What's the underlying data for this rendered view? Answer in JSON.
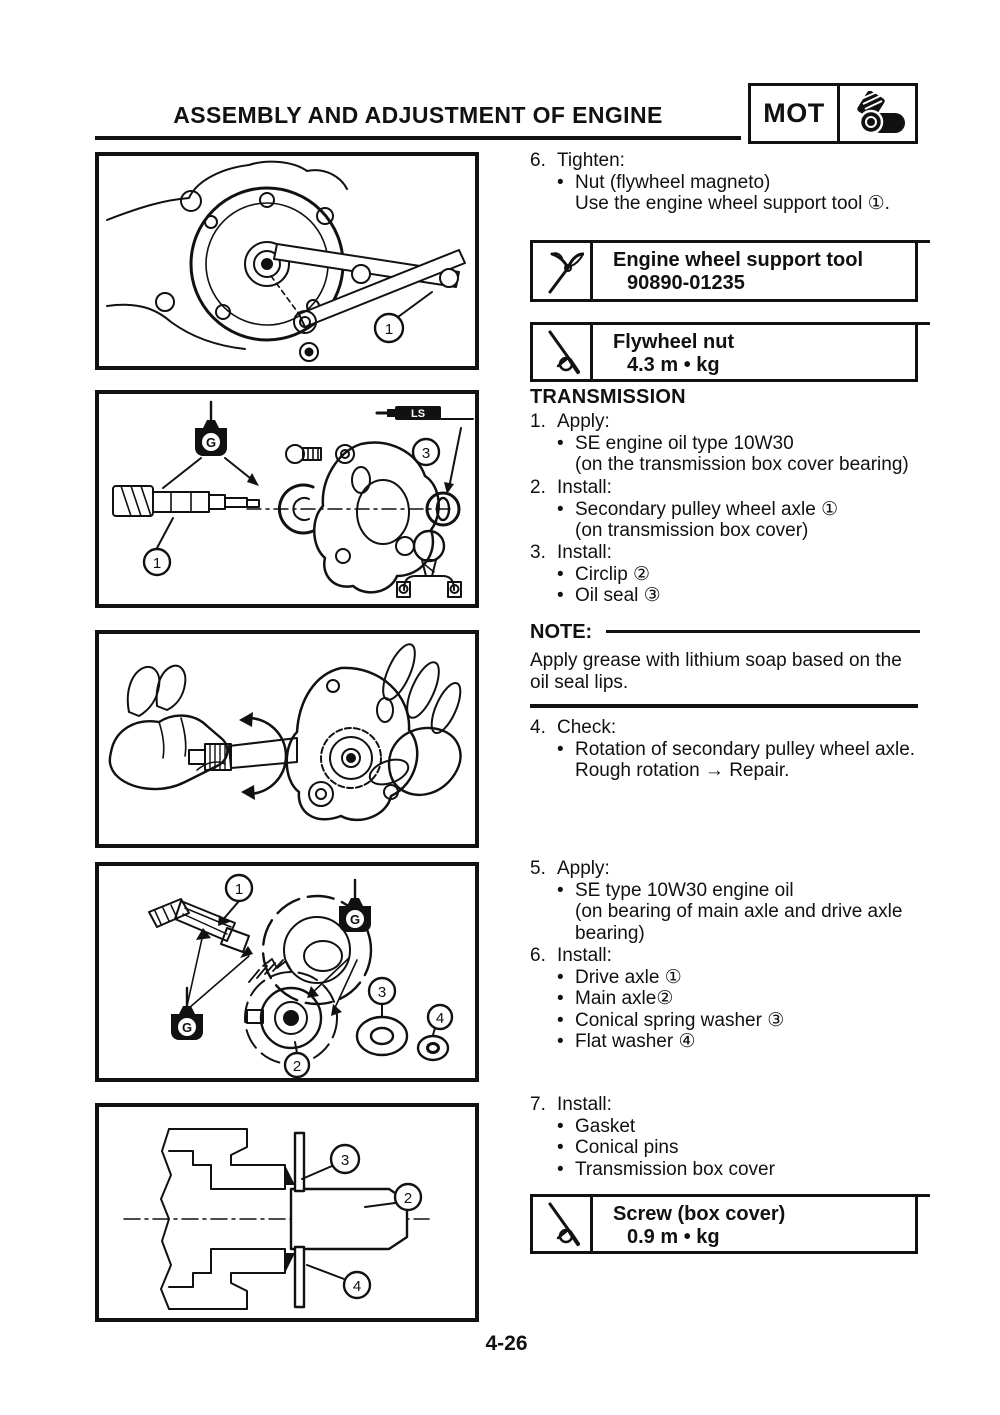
{
  "header": {
    "title": "ASSEMBLY AND ADJUSTMENT OF ENGINE",
    "tag": "MOT"
  },
  "glyphs": {
    "bullet": "•"
  },
  "section_heading": "TRANSMISSION",
  "steps": {
    "tighten6": {
      "num": "6.",
      "action": "Tighten:",
      "b1": "Nut (flywheel magneto)",
      "c1": "Use the engine wheel support tool ①."
    },
    "apply1": {
      "num": "1.",
      "action": "Apply:",
      "b1": "SE engine oil type 10W30",
      "c1": "(on the transmission box cover bearing)"
    },
    "install2": {
      "num": "2.",
      "action": "Install:",
      "b1": "Secondary pulley wheel axle ①",
      "c1": "(on transmission box cover)"
    },
    "install3": {
      "num": "3.",
      "action": "Install:",
      "b1": "Circlip ②",
      "b2": "Oil seal ③"
    },
    "check4": {
      "num": "4.",
      "action": "Check:",
      "b1": "Rotation of secondary pulley wheel axle.",
      "c1": "Rough rotation → Repair."
    },
    "apply5": {
      "num": "5.",
      "action": "Apply:",
      "b1": "SE type 10W30 engine oil",
      "c1": "(on bearing of main axle and drive axle bearing)"
    },
    "install6": {
      "num": "6.",
      "action": "Install:",
      "b1": "Drive axle ①",
      "b2": "Main axle②",
      "b3": "Conical spring washer ③",
      "b4": "Flat washer ④"
    },
    "install7": {
      "num": "7.",
      "action": "Install:",
      "b1": "Gasket",
      "b2": "Conical pins",
      "b3": "Transmission box cover"
    }
  },
  "note": {
    "label": "NOTE:",
    "text": "Apply grease with lithium soap based on the oil seal lips."
  },
  "spec_boxes": [
    {
      "title": "Engine wheel support tool",
      "value": "90890-01235",
      "icon": "support-tool"
    },
    {
      "title": "Flywheel nut",
      "value": "4.3 m • kg",
      "icon": "torque-wrench"
    },
    {
      "title": "Screw (box cover)",
      "value": "0.9 m • kg",
      "icon": "torque-wrench"
    }
  ],
  "figures": [
    {
      "name": "flywheel-magneto-with-support-tool",
      "callouts": [
        "1"
      ]
    },
    {
      "name": "transmission-box-cover-exploded",
      "callouts": [
        "1",
        "3"
      ],
      "labels": {
        "g": "G",
        "ls": "LS"
      }
    },
    {
      "name": "secondary-pulley-axle-rotation-check",
      "callouts": []
    },
    {
      "name": "drive-and-main-axle-exploded",
      "callouts": [
        "1",
        "2",
        "3",
        "4"
      ],
      "labels": {
        "g1": "G",
        "g2": "G"
      }
    },
    {
      "name": "main-axle-washer-cross-section",
      "callouts": [
        "3",
        "2",
        "4"
      ]
    }
  ],
  "footer": {
    "page_number": "4-26"
  }
}
